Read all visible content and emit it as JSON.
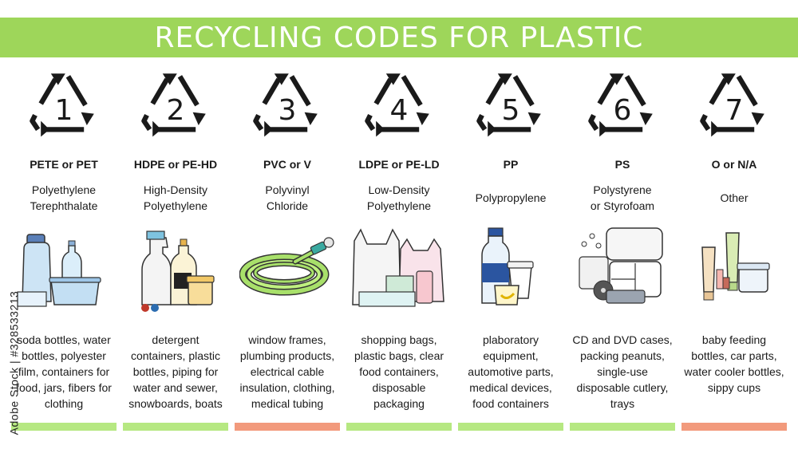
{
  "title": "RECYCLING CODES FOR PLASTIC",
  "colors": {
    "banner": "#9ed65a",
    "bar_green": "#b6e882",
    "bar_red": "#f29a7c"
  },
  "codes": [
    {
      "number": "1",
      "abbr": "PETE or PET",
      "name": [
        "Polyethylene",
        "Terephthalate"
      ],
      "examples": [
        "soda bottles, water",
        "bottles, polyester",
        "film, containers for",
        "food, jars, fibers for",
        "clothing"
      ],
      "bar": "green",
      "illustration": "water-bottles-icon"
    },
    {
      "number": "2",
      "abbr": "HDPE or PE-HD",
      "name": [
        "High-Density",
        "Polyethylene"
      ],
      "examples": [
        "detergent",
        "containers, plastic",
        "bottles, piping for",
        "water and sewer,",
        "snowboards, boats"
      ],
      "bar": "green",
      "illustration": "detergent-bottles-icon"
    },
    {
      "number": "3",
      "abbr": "PVC or V",
      "name": [
        "Polyvinyl",
        "Chloride"
      ],
      "examples": [
        "window frames,",
        "plumbing products,",
        "electrical cable",
        "insulation, clothing,",
        "medical tubing"
      ],
      "bar": "red",
      "illustration": "garden-hose-icon"
    },
    {
      "number": "4",
      "abbr": "LDPE or PE-LD",
      "name": [
        "Low-Density",
        "Polyethylene"
      ],
      "examples": [
        "shopping bags,",
        "plastic bags, clear",
        "food containers,",
        "disposable",
        "packaging"
      ],
      "bar": "green",
      "illustration": "plastic-bags-icon"
    },
    {
      "number": "5",
      "abbr": "PP",
      "name": [
        "Polypropylene"
      ],
      "examples": [
        "plaboratory",
        "equipment,",
        "automotive parts,",
        "medical devices,",
        "food containers"
      ],
      "bar": "green",
      "illustration": "food-containers-icon"
    },
    {
      "number": "6",
      "abbr": "PS",
      "name": [
        "Polystyrene",
        "or Styrofoam"
      ],
      "examples": [
        "CD and DVD cases,",
        "packing peanuts,",
        "single-use",
        "disposable cutlery,",
        "trays"
      ],
      "bar": "green",
      "illustration": "styrofoam-trays-icon"
    },
    {
      "number": "7",
      "abbr": "O or N/A",
      "name": [
        "Other"
      ],
      "examples": [
        "baby feeding",
        "bottles, car parts,",
        "water cooler bottles,",
        "sippy cups"
      ],
      "bar": "red",
      "illustration": "cosmetic-tubes-icon"
    }
  ],
  "watermark": "Adobe Stock | #328533213"
}
